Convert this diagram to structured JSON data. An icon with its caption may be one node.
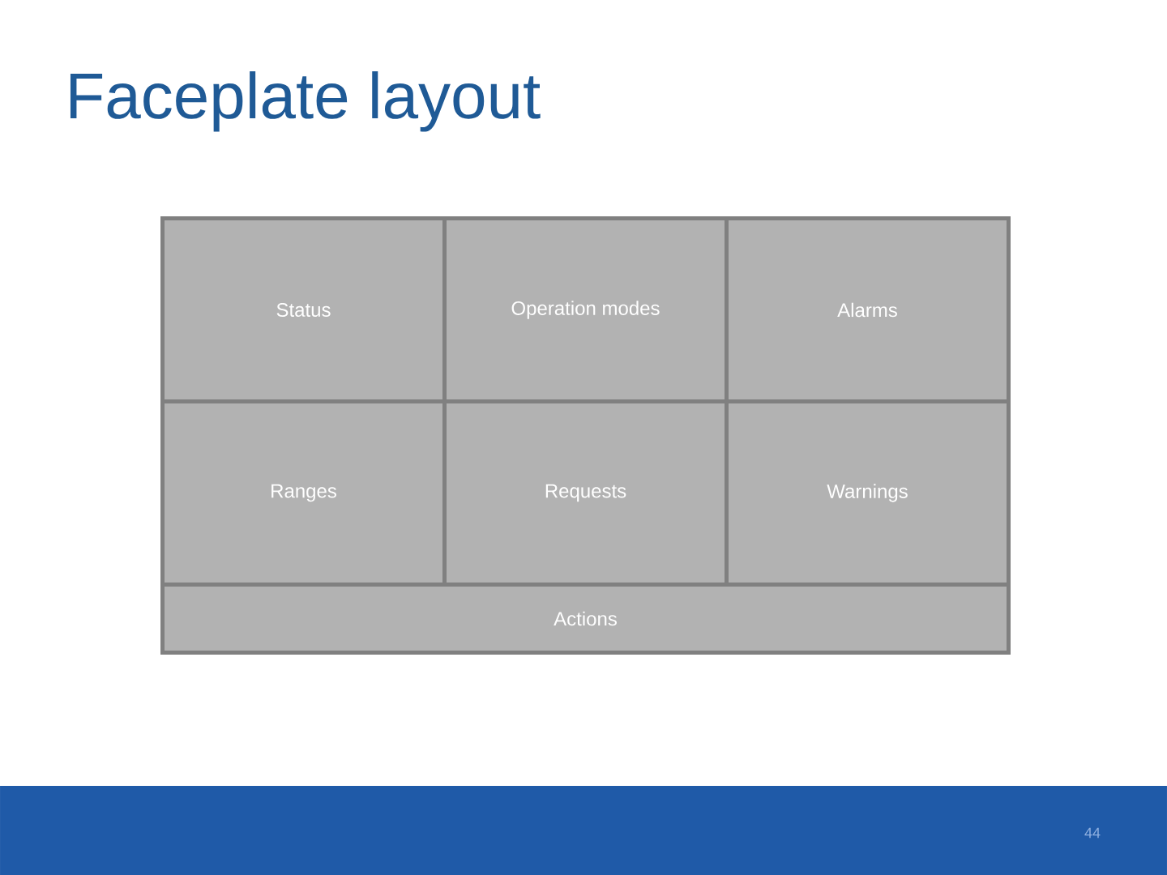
{
  "diagram": {
    "title": "Faceplate layout",
    "nodes": [
      {
        "text": [
          "Status"
        ]
      },
      {
        "text": [
          "Operation modes"
        ]
      },
      {
        "text": [
          "Alarms"
        ]
      },
      {
        "text": [
          "Ranges"
        ]
      },
      {
        "text": [
          "Requests"
        ]
      },
      {
        "text": [
          "Warnings"
        ]
      },
      {
        "text": [
          "Actions"
        ]
      }
    ],
    "labels": [
      "44"
    ]
  }
}
